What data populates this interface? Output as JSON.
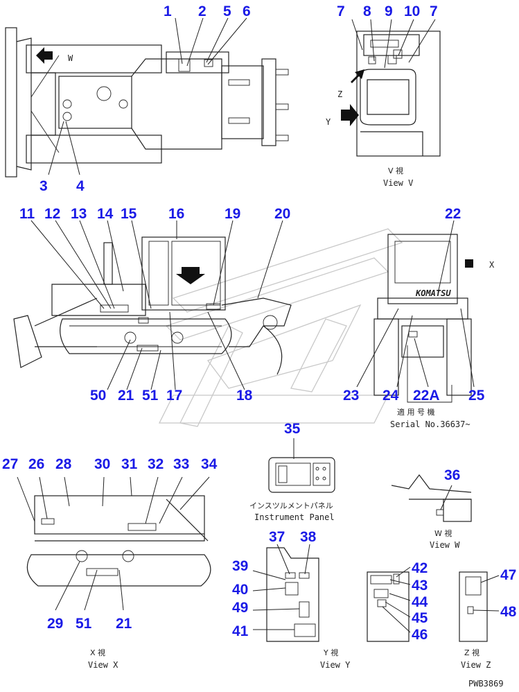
{
  "callouts": {
    "c1": "1",
    "c2": "2",
    "c3": "3",
    "c4": "4",
    "c5": "5",
    "c6": "6",
    "c7a": "7",
    "c7b": "7",
    "c8": "8",
    "c9": "9",
    "c10": "10",
    "c11": "11",
    "c12": "12",
    "c13": "13",
    "c14": "14",
    "c15": "15",
    "c16": "16",
    "c17": "17",
    "c18": "18",
    "c19": "19",
    "c20": "20",
    "c21a": "21",
    "c22": "22",
    "c22a": "22A",
    "c23": "23",
    "c24": "24",
    "c25": "25",
    "c26": "26",
    "c27": "27",
    "c28": "28",
    "c29": "29",
    "c30": "30",
    "c31": "31",
    "c32": "32",
    "c33": "33",
    "c34": "34",
    "c35": "35",
    "c36": "36",
    "c37": "37",
    "c38": "38",
    "c39": "39",
    "c40": "40",
    "c41": "41",
    "c42": "42",
    "c43": "43",
    "c44": "44",
    "c45": "45",
    "c46": "46",
    "c47": "47",
    "c48": "48",
    "c49": "49",
    "c50": "50",
    "c51a": "51",
    "c51b": "51",
    "c21b": "21"
  },
  "arrow_letters": {
    "w": "W",
    "x": "X",
    "y": "Y",
    "z": "Z"
  },
  "captions": {
    "view_v_jp": "V  視",
    "view_v": "View V",
    "serial_jp": "適 用 号 機",
    "serial": "Serial No.36637~",
    "panel_jp": "インスツルメントパネル",
    "panel": "Instrument Panel",
    "view_w_jp": "W  視",
    "view_w": "View W",
    "view_x_jp": "X  視",
    "view_x": "View X",
    "view_y_jp": "Y  視",
    "view_y": "View Y",
    "view_z_jp": "Z  視",
    "view_z": "View Z",
    "drawing_no": "PWB3869",
    "brand": "KOMATSU"
  },
  "colors": {
    "callout": "#1a1ae6",
    "line": "#222222",
    "watermark": "#c8c8c8"
  }
}
